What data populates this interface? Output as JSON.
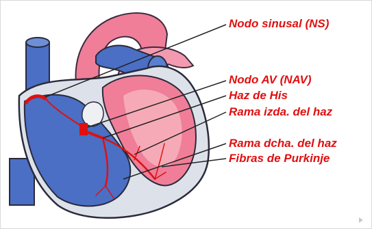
{
  "labels": {
    "sinus_node": "Nodo sinusal (NS)",
    "av_node": "Nodo AV (NAV)",
    "his_bundle": "Haz de His",
    "left_bundle_branch": "Rama izda. del haz",
    "right_bundle_branch": "Rama dcha. del haz",
    "purkinje_fibers": "Fibras de Purkinje"
  },
  "colors": {
    "label": "#e01010",
    "conduction": "#e01010",
    "vessel_blue": "#4a6fc4",
    "chamber_pink": "#f07e98",
    "leader_line": "#222222"
  }
}
